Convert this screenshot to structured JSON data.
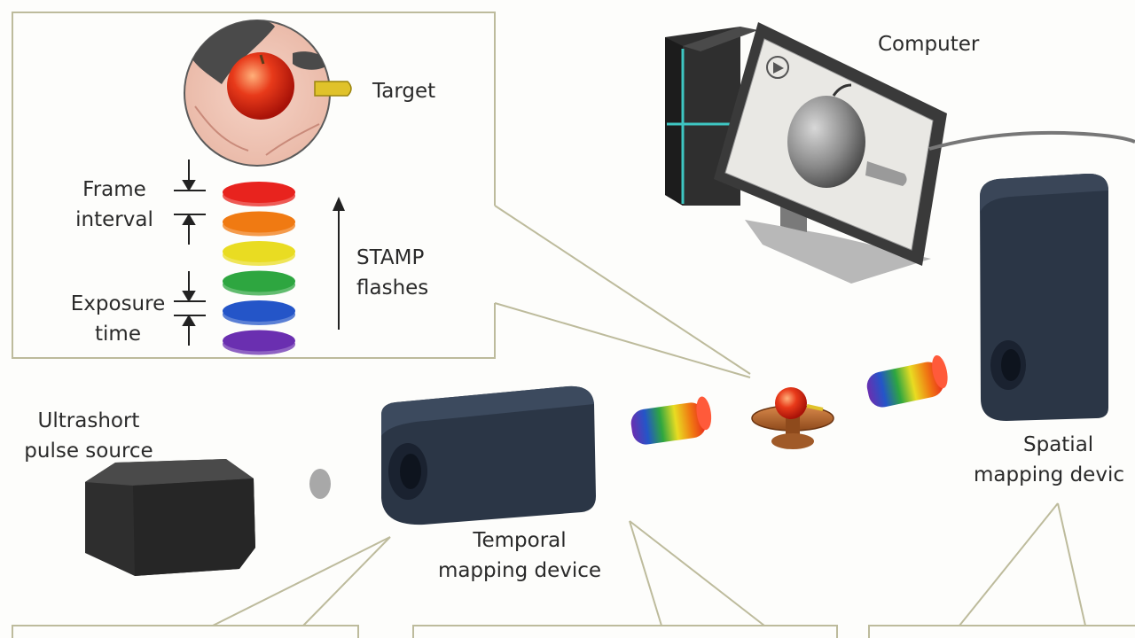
{
  "labels": {
    "computer": "Computer",
    "target": "Target",
    "frame_interval": [
      "Frame",
      "interval"
    ],
    "exposure_time": [
      "Exposure",
      "time"
    ],
    "stamp_flashes": [
      "STAMP",
      "flashes"
    ],
    "pulse_source": [
      "Ultrashort",
      "pulse source"
    ],
    "temporal_device": [
      "Temporal",
      "mapping device"
    ],
    "spatial_device": [
      "Spatial",
      "mapping device"
    ]
  },
  "flash_colors": [
    "#e8231e",
    "#f07a12",
    "#e9dc22",
    "#2ea640",
    "#2455c8",
    "#6a2fb0"
  ],
  "colors": {
    "device_body": "#2b3646",
    "device_dark": "#1a2230",
    "source_body": "#2e2e2e",
    "callout_border": "#bdbb9c",
    "monitor_accent": "#3ec6c2"
  }
}
